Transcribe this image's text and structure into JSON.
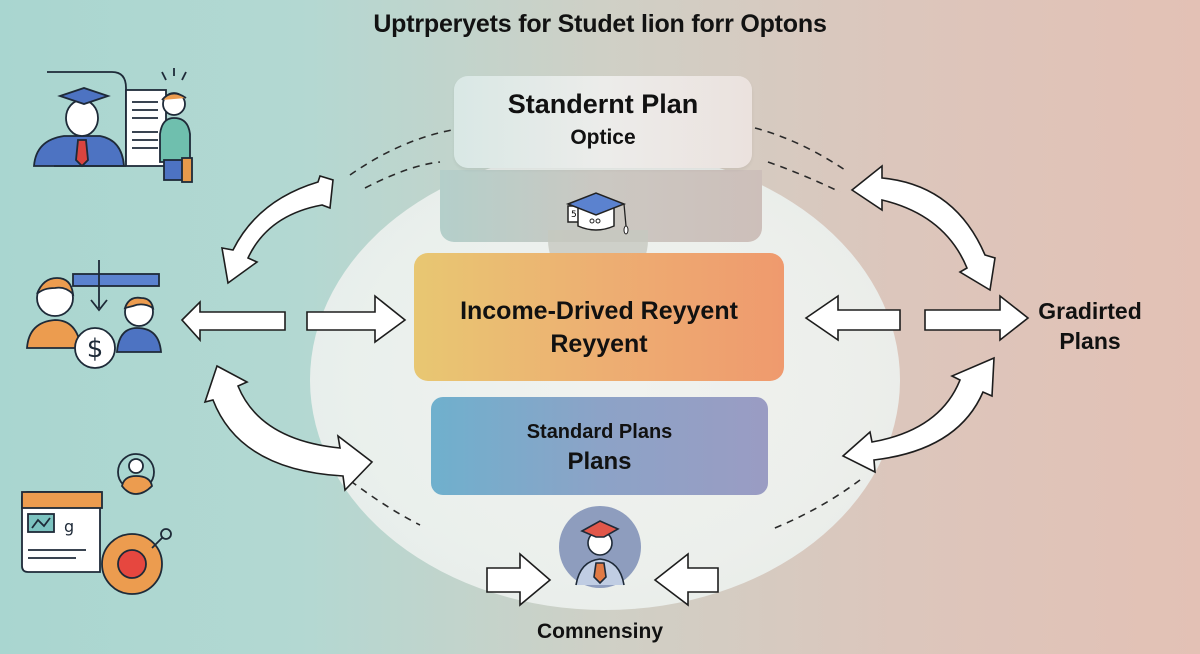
{
  "title": "Uptrperyets for Studet lion forr Optons",
  "diagram": {
    "top_card": {
      "line1": "Standernt Plan",
      "line2": "Optice",
      "icon": "graduation-cap-icon"
    },
    "center_card": {
      "line1": "Income-Drived Reyyent",
      "line2": "Reyyent",
      "color_from": "#e8c772",
      "color_to": "#ef9a6e"
    },
    "lower_card": {
      "line1": "Standard Plans",
      "line2": "Plans",
      "color_from": "#6fb0cd",
      "color_to": "#9a9cc3"
    },
    "right_label": {
      "line1": "Gradirted",
      "line2": "Plans"
    },
    "bottom_label": "Comnensiny",
    "left_icons": [
      "graduate-advisor-icon",
      "financial-exchange-icon",
      "dashboard-gear-icon"
    ],
    "bottom_icon": "graduate-avatar-icon",
    "colors": {
      "bg_left": "#a9d6d0",
      "bg_right": "#e3c1b5",
      "stroke": "#1d1d1d"
    }
  }
}
